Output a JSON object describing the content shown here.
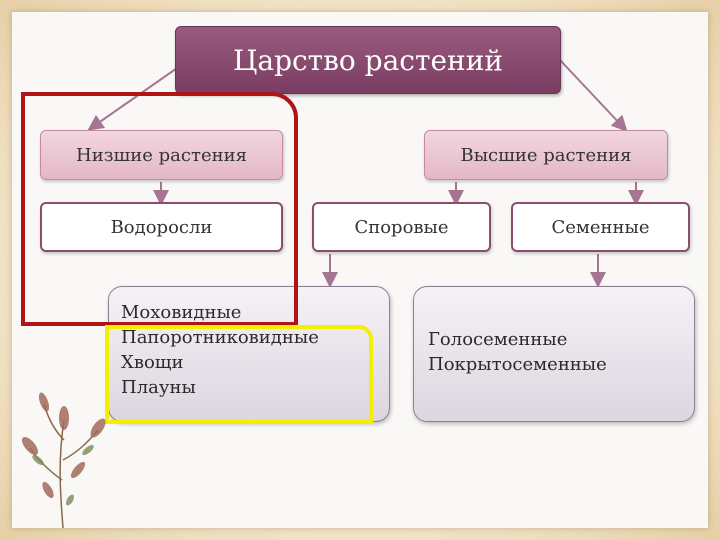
{
  "title": "Царство растений",
  "lower_plants": "Низшие растения",
  "higher_plants": "Высшие растения",
  "algae": "Водоросли",
  "spore": "Споровые",
  "seed": "Семенные",
  "spore_list": [
    "Моховидные",
    "Папоротниковидные",
    "Хвощи",
    "Плауны"
  ],
  "seed_list": [
    "Голосеменные",
    "Покрытосеменные"
  ],
  "colors": {
    "title_fill": "#7a3d62",
    "pink_fill": "#e4b7c7",
    "connector": "#a57591",
    "highlight_red": "#b01414",
    "highlight_yellow": "#f4ee00"
  }
}
